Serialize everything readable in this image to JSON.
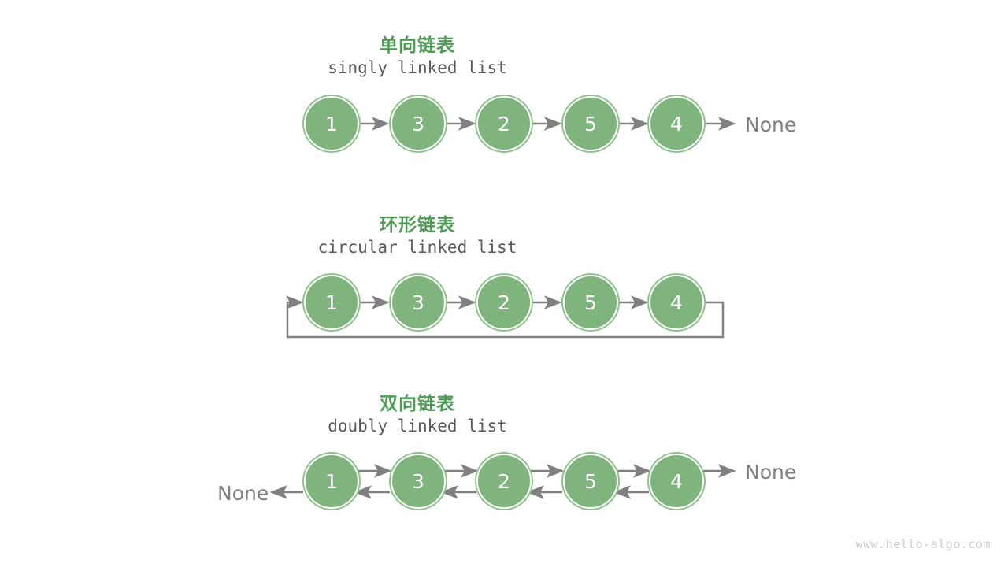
{
  "page": {
    "background_color": "#ffffff",
    "watermark": "www.hello-algo.com"
  },
  "theme": {
    "node_fill": "#7fb57d",
    "node_ring": "#8ec28c",
    "node_text": "#ffffff",
    "heading_green": "#4e9c55",
    "subtitle_gray": "#5a5a5a",
    "arrow_gray": "#808080",
    "none_gray": "#808080",
    "watermark_gray": "#cfcfcf"
  },
  "sections": [
    {
      "id": "singly",
      "title_cn": "单向链表",
      "title_en": "singly linked list",
      "nodes": [
        "1",
        "3",
        "2",
        "5",
        "4"
      ],
      "terminator_right": "None",
      "terminator_left": null,
      "loop_back": false,
      "bidirectional": false
    },
    {
      "id": "circular",
      "title_cn": "环形链表",
      "title_en": "circular linked list",
      "nodes": [
        "1",
        "3",
        "2",
        "5",
        "4"
      ],
      "terminator_right": null,
      "terminator_left": null,
      "loop_back": true,
      "bidirectional": false
    },
    {
      "id": "doubly",
      "title_cn": "双向链表",
      "title_en": "doubly linked list",
      "nodes": [
        "1",
        "3",
        "2",
        "5",
        "4"
      ],
      "terminator_right": "None",
      "terminator_left": "None",
      "loop_back": false,
      "bidirectional": true
    }
  ]
}
